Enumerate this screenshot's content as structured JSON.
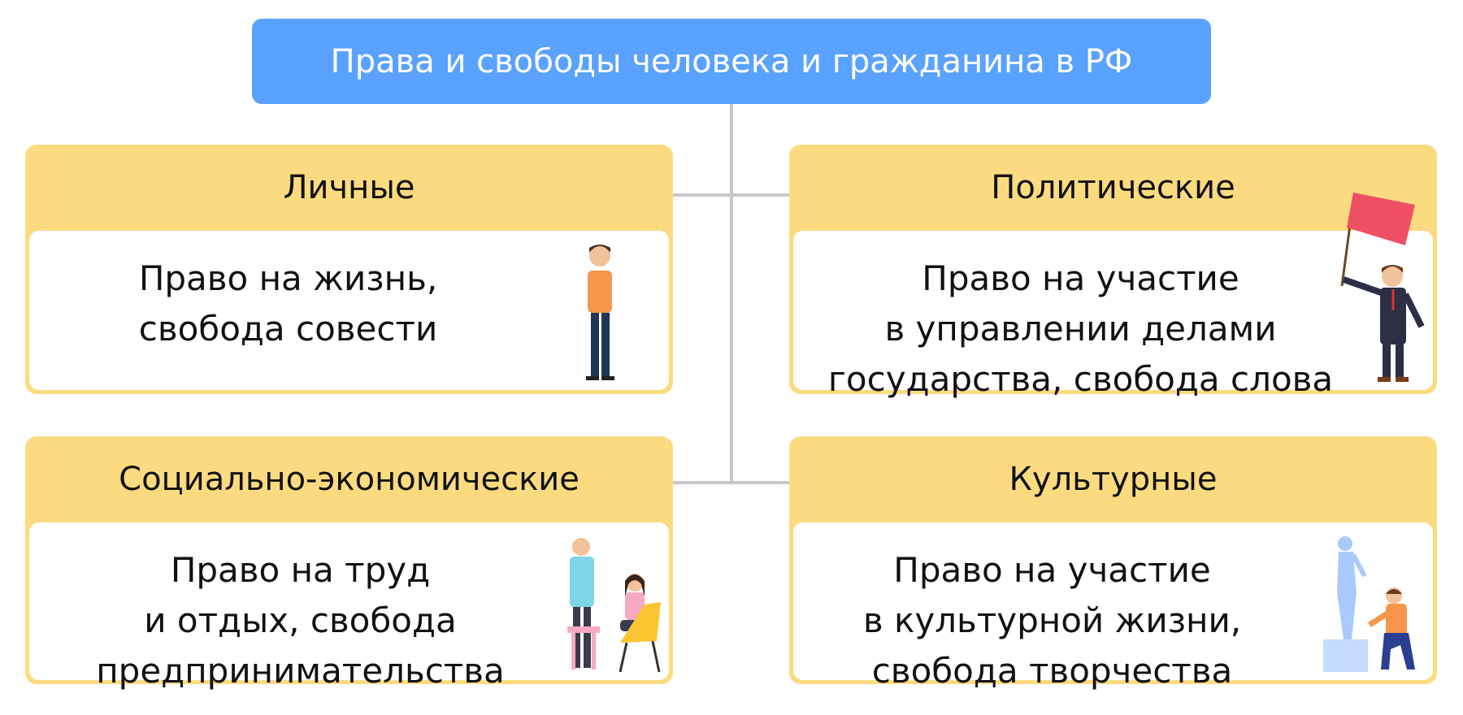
{
  "title": "Права и свободы человека и гражданина в РФ",
  "categories": [
    {
      "header": "Личные",
      "text": "Право на жизнь,\nсвобода совести",
      "illustration": "standing-man-icon"
    },
    {
      "header": "Политические",
      "text": "Право на участие\nв управлении делами\nгосударства, свобода слова",
      "illustration": "man-with-flag-icon"
    },
    {
      "header": "Социально-экономические",
      "text": "Право на труд\nи отдых, свобода\nпредпринимательства",
      "illustration": "business-people-icon"
    },
    {
      "header": "Культурные",
      "text": "Право на участие\nв культурной жизни,\nсвобода творчества",
      "illustration": "sculptor-icon"
    }
  ],
  "colors": {
    "title_bg": "#5aa2ff",
    "card_bg": "#fcdb80",
    "connector": "#c8c8c8"
  }
}
